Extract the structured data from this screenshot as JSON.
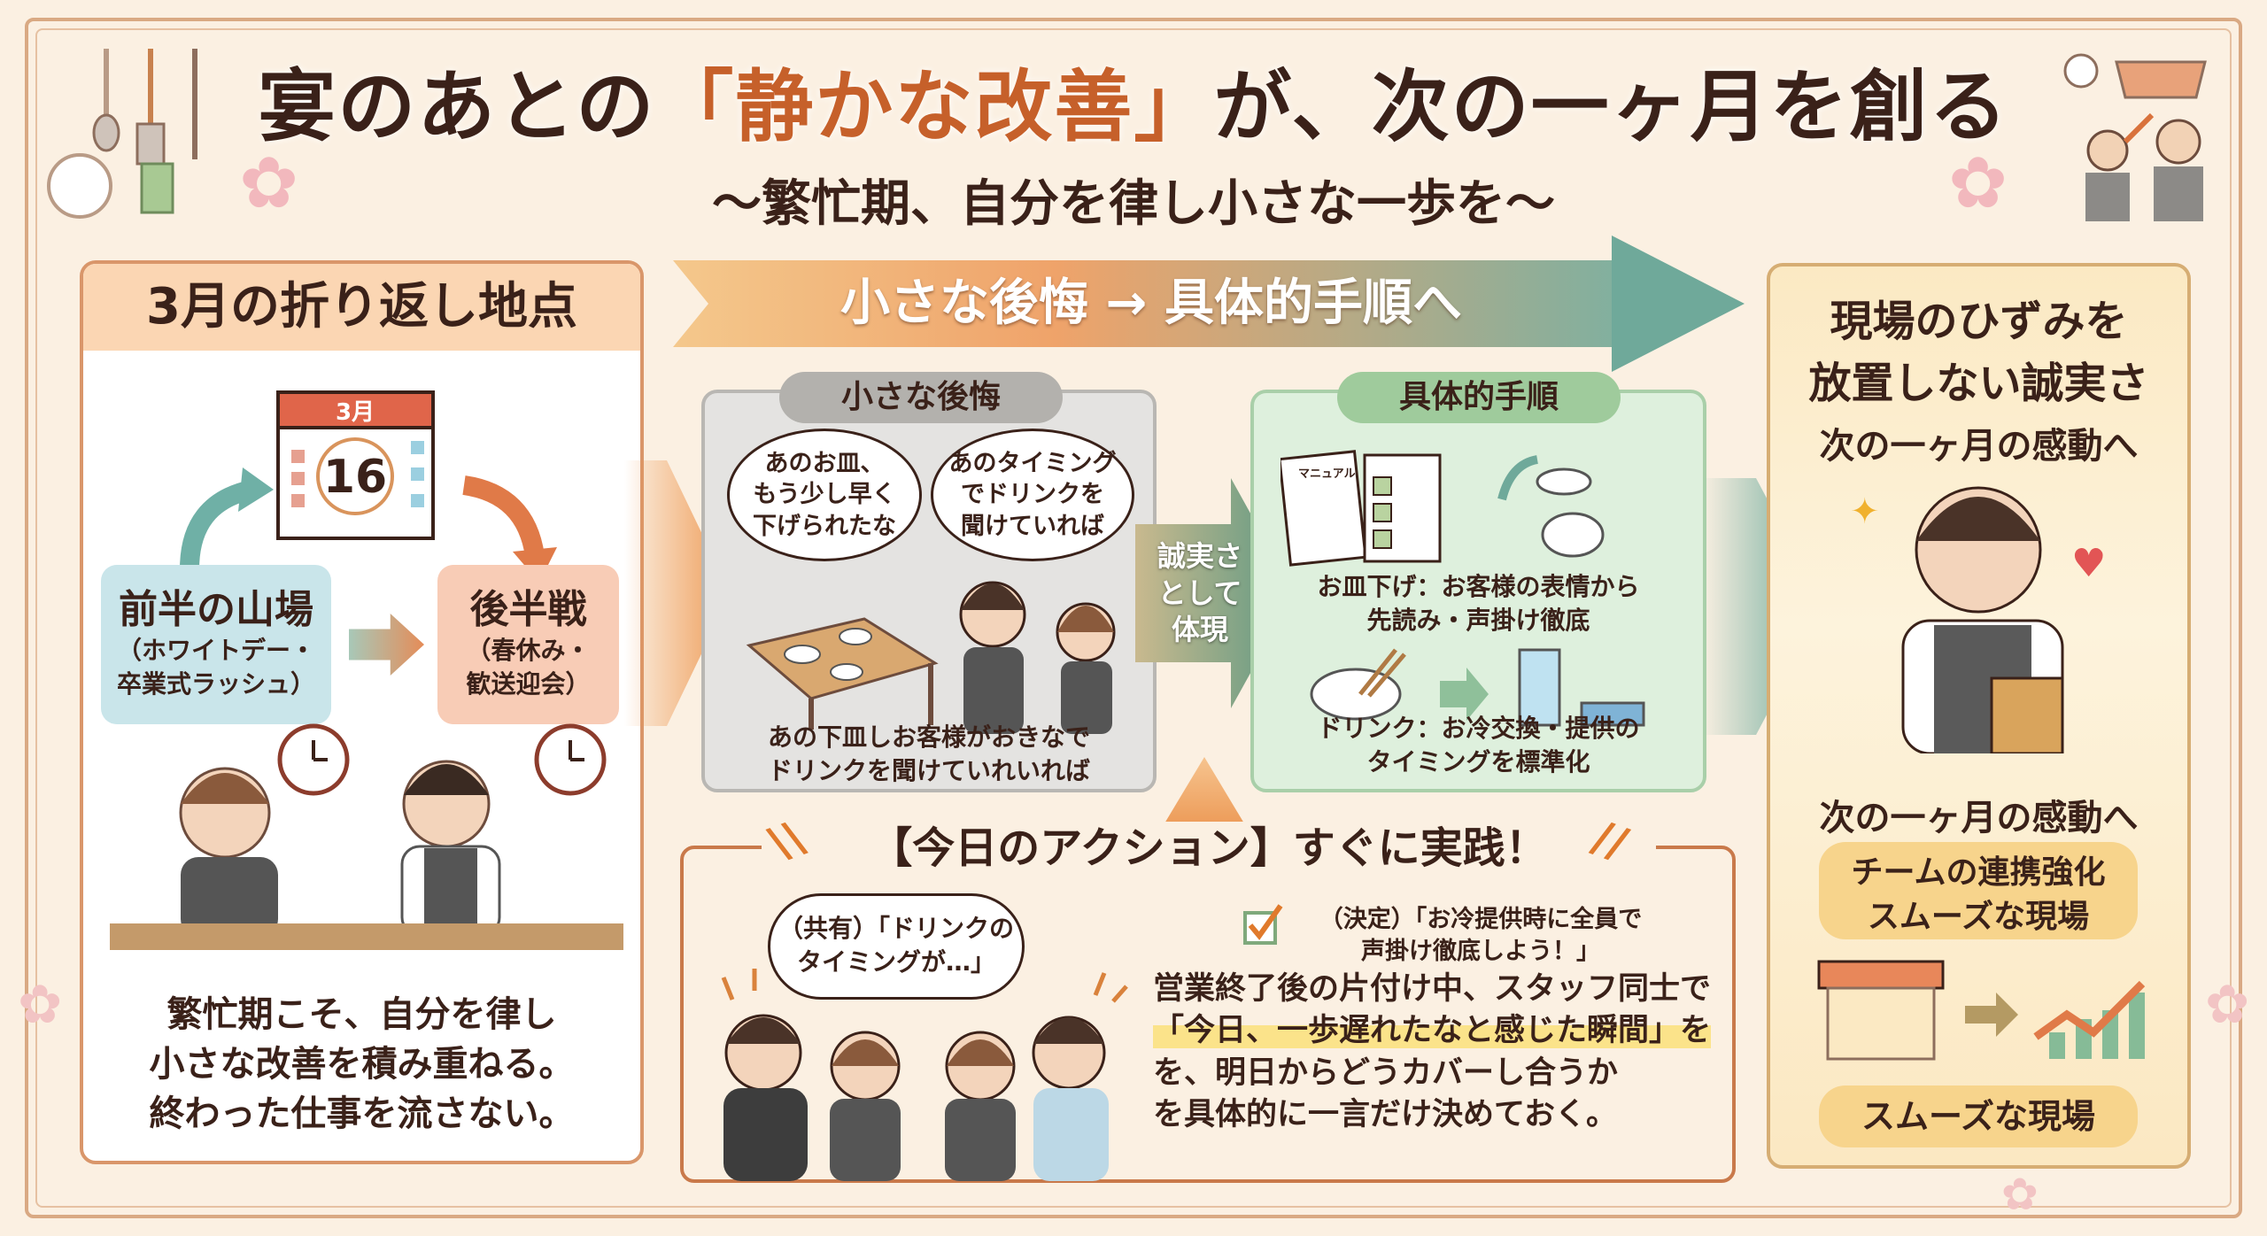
{
  "title": {
    "pre": "宴のあとの",
    "highlight": "「静かな改善」",
    "post": "が、次の一ヶ月を創る"
  },
  "subtitle": "〜繁忙期、自分を律し小さな一歩を〜",
  "left": {
    "header": "3月の折り返し地点",
    "calendar": {
      "month": "3月",
      "day": "16"
    },
    "first_half": {
      "title": "前半の山場",
      "detail": [
        "（ホワイトデー・",
        "卒業式ラッシュ）"
      ]
    },
    "second_half": {
      "title": "後半戦",
      "detail": [
        "（春休み・",
        "歓送迎会）"
      ]
    },
    "message": [
      "繁忙期こそ、自分を律し",
      "小さな改善を積み重ねる。",
      "終わった仕事を流さない。"
    ]
  },
  "banner": {
    "label": "小さな後悔 → 具体的手順へ"
  },
  "regret": {
    "header": "小さな後悔",
    "bubble1": [
      "あのお皿、",
      "もう少し早く",
      "下げられたな"
    ],
    "bubble2": [
      "あのタイミング",
      "でドリンクを",
      "聞けていれば"
    ],
    "caption": [
      "あの下皿しお客様がおきなで",
      "ドリンクを聞けていれいれば"
    ]
  },
  "bridge": [
    "誠実さ",
    "として",
    "体現"
  ],
  "procedure": {
    "header": "具体的手順",
    "manual_label": "マニュアル",
    "step1": [
      "お皿下げ：お客様の表情から",
      "先読み・声掛け徹底"
    ],
    "step2": [
      "ドリンク：お冷交換・提供の",
      "タイミングを標準化"
    ]
  },
  "action": {
    "header": "【今日のアクション】すぐに実践！",
    "share_bubble": [
      "（共有）「ドリンクの",
      "タイミングが…」"
    ],
    "decision": [
      "（決定）「お冷提供時に全員で",
      "声掛け徹底しよう！」"
    ],
    "body1": "営業終了後の片付け中、スタッフ同士で",
    "body_highlight": "「今日、一歩遅れたなと感じた瞬間」を",
    "body2": [
      "を、明日からどうカバーし合うか",
      "を具体的に一言だけ決めておく。"
    ]
  },
  "right": {
    "heading": [
      "現場のひずみを",
      "放置しない誠実さ"
    ],
    "sub": "次の一ヶ月の感動へ",
    "sub2": "次の一ヶ月の感動へ",
    "pill1": [
      "チームの連携強化",
      "スムーズな現場"
    ],
    "pill2": "スムーズな現場"
  },
  "colors": {
    "accent": "#c6602a",
    "teal": "#6fa99a",
    "text": "#3a2119",
    "cream": "#fbf0e2"
  }
}
